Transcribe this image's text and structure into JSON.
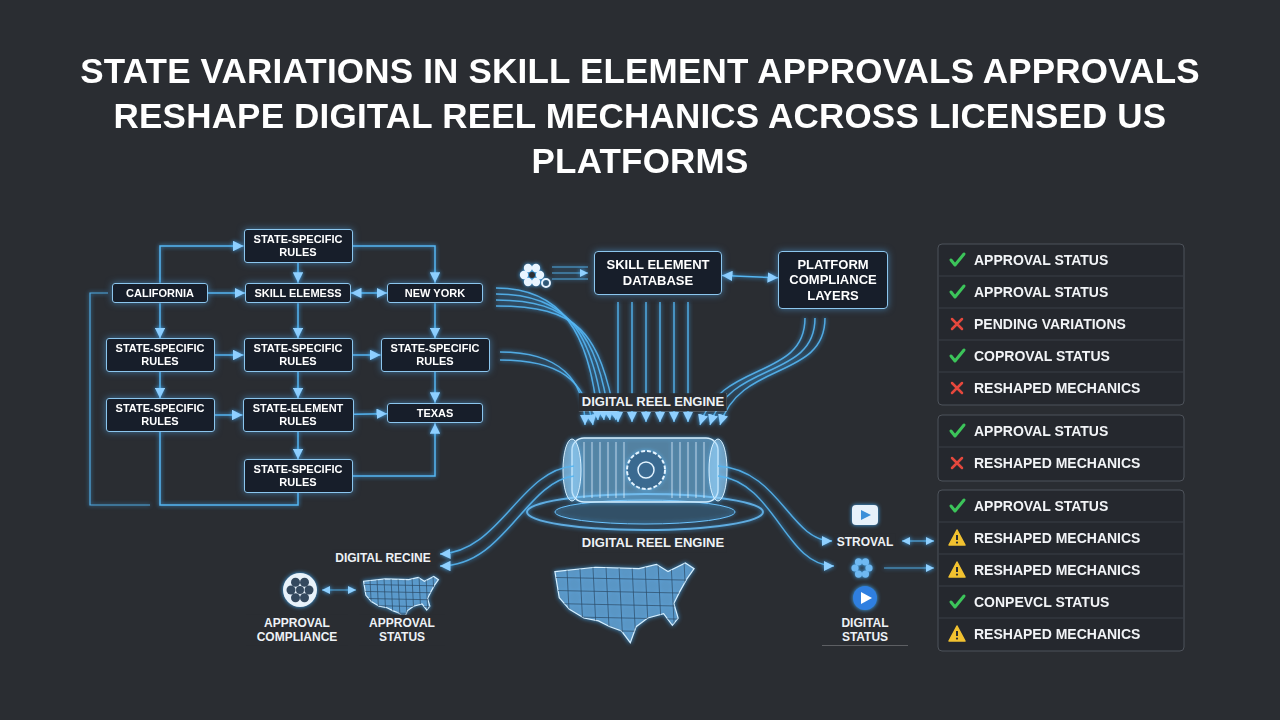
{
  "diagram": {
    "title": "STATE VARIATIONS IN SKILL ELEMENT APPROVALS APPROVALS RESHAPE DIGITAL REEL MECHANICS ACROSS LICENSED US PLATFORMS",
    "nodes": [
      {
        "text": [
          "STATE-SPECIFIC RULES"
        ]
      },
      {
        "text": [
          "CALIFORNIA"
        ]
      },
      {
        "text": [
          "SKILL ELEMESS"
        ]
      },
      {
        "text": [
          "NEW YORK"
        ]
      },
      {
        "text": [
          "STATE-SPECIFIC RULES"
        ]
      },
      {
        "text": [
          "STATE-SPECIFIC RULES"
        ]
      },
      {
        "text": [
          "STATE-SPECIFIC RULES"
        ]
      },
      {
        "text": [
          "STATE-SPECIFIC RULES"
        ]
      },
      {
        "text": [
          "STATE-ELEMENT RULES"
        ]
      },
      {
        "text": [
          "TEXAS"
        ]
      },
      {
        "text": [
          "STATE-SPECIFIC RULES"
        ]
      },
      {
        "text": [
          "SKILL ELEMENT DATABASE"
        ]
      },
      {
        "text": [
          "PLATFORM COMPLIANCE LAYERS"
        ]
      }
    ],
    "edges": [
      {
        "from": 1,
        "to": 0,
        "arrow": "to"
      },
      {
        "from": 0,
        "to": 3,
        "arrow": "to"
      },
      {
        "from": 0,
        "to": 2,
        "arrow": "to"
      },
      {
        "from": 1,
        "to": 2,
        "arrow": "to"
      },
      {
        "from": 2,
        "to": 3,
        "arrow": "both"
      },
      {
        "from": 1,
        "to": 4,
        "arrow": "to"
      },
      {
        "from": 2,
        "to": 5,
        "arrow": "to"
      },
      {
        "from": 3,
        "to": 6,
        "arrow": "to"
      },
      {
        "from": 4,
        "to": 5,
        "arrow": "to"
      },
      {
        "from": 5,
        "to": 6,
        "arrow": "to"
      },
      {
        "from": 4,
        "to": 7,
        "arrow": "to"
      },
      {
        "from": 5,
        "to": 8,
        "arrow": "to"
      },
      {
        "from": 6,
        "to": 9,
        "arrow": "to"
      },
      {
        "from": 7,
        "to": 8,
        "arrow": "to"
      },
      {
        "from": 8,
        "to": 9,
        "arrow": "to"
      },
      {
        "from": 8,
        "to": 10,
        "arrow": "to"
      },
      {
        "from": 10,
        "to": 9,
        "arrow": "to"
      },
      {
        "from": 7,
        "to": 10,
        "arrow": "none"
      },
      {
        "from": 11,
        "to": 12,
        "arrow": "both"
      }
    ],
    "labels": [
      "DIGITAL REEL ENGINE",
      "APPROVAL STATUS",
      "APPROVAL STATUS",
      "PENDING VARIATIONS",
      "COPROVAL STATUS",
      "RESHAPED MECHANICS",
      "APPROVAL STATUS",
      "RESHAPED MECHANICS",
      "APPROVAL STATUS",
      "RESHAPED MECHANICS",
      "RESHAPED MECHANICS",
      "CONPEVCL STATUS",
      "RESHAPED MECHANICS",
      "DIGITAL REEL ENGINE",
      "DIGITAL RECINE",
      "STROVAL",
      "APPROVAL COMPLIANCE",
      "APPROVAL STATUS",
      "DIGITAL STATUS"
    ]
  }
}
